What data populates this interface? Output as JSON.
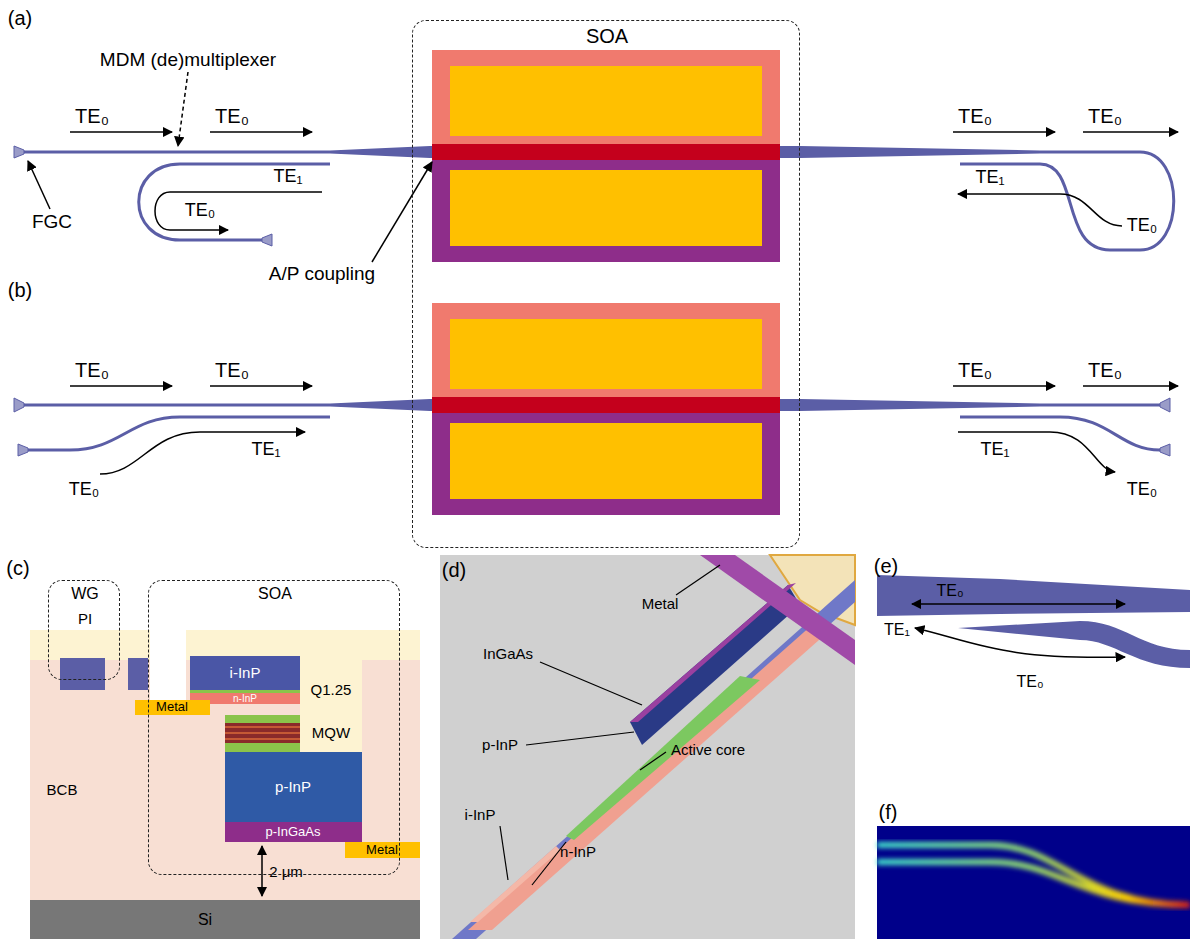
{
  "diagram": {
    "nodes": [
      {
        "text": [
          "SOA"
        ]
      },
      {
        "text": [
          "WG",
          "PI"
        ]
      },
      {
        "text": [
          "SOA"
        ]
      }
    ],
    "labels": [
      "(a)",
      "MDM (de)multiplexer",
      "FGC",
      "A/P coupling",
      "TE₀",
      "TE₀",
      "TE₁",
      "TE₀",
      "TE₀",
      "TE₀",
      "TE₁",
      "TE₀",
      "(b)",
      "TE₀",
      "TE₀",
      "TE₀",
      "TE₁",
      "TE₀",
      "TE₀",
      "TE₁",
      "TE₀",
      "(c)",
      "i-InP",
      "n-InP",
      "Q1.25",
      "Metal",
      "MQW",
      "p-InP",
      "p-InGaAs",
      "BCB",
      "2 μm",
      "Si",
      "Metal",
      "(d)",
      "Metal",
      "InGaAs",
      "p-InP",
      "Active core",
      "i-InP",
      "n-InP",
      "(e)",
      "TE₀",
      "TE₁",
      "TE₀",
      "(f)"
    ]
  }
}
